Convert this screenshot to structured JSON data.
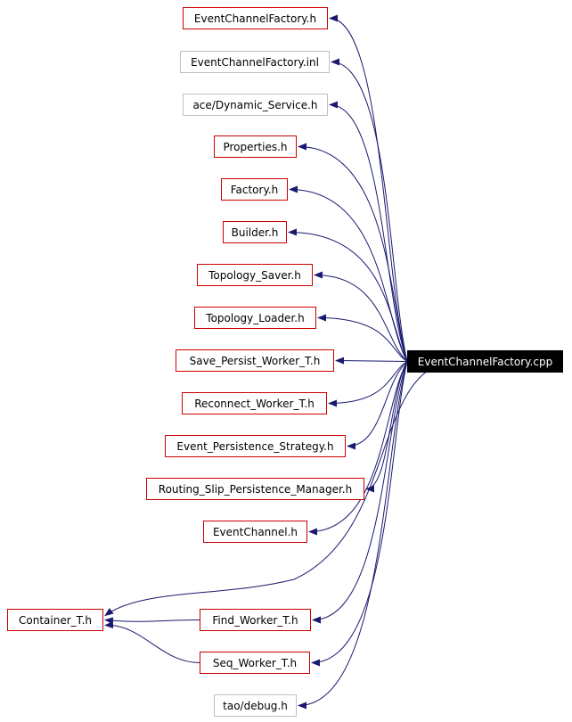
{
  "root": "EventChannelFactory.cpp",
  "edge_color": "#191970",
  "nodes": [
    {
      "id": "n1",
      "label": "EventChannelFactory.h",
      "kind": "linked"
    },
    {
      "id": "n2",
      "label": "EventChannelFactory.inl",
      "kind": "external"
    },
    {
      "id": "n3",
      "label": "ace/Dynamic_Service.h",
      "kind": "external"
    },
    {
      "id": "n4",
      "label": "Properties.h",
      "kind": "linked"
    },
    {
      "id": "n5",
      "label": "Factory.h",
      "kind": "linked"
    },
    {
      "id": "n6",
      "label": "Builder.h",
      "kind": "linked"
    },
    {
      "id": "n7",
      "label": "Topology_Saver.h",
      "kind": "linked"
    },
    {
      "id": "n8",
      "label": "Topology_Loader.h",
      "kind": "linked"
    },
    {
      "id": "n9",
      "label": "Save_Persist_Worker_T.h",
      "kind": "linked"
    },
    {
      "id": "n10",
      "label": "Reconnect_Worker_T.h",
      "kind": "linked"
    },
    {
      "id": "n11",
      "label": "Event_Persistence_Strategy.h",
      "kind": "linked"
    },
    {
      "id": "n12",
      "label": "Routing_Slip_Persistence_Manager.h",
      "kind": "linked"
    },
    {
      "id": "n13",
      "label": "EventChannel.h",
      "kind": "linked"
    },
    {
      "id": "n14",
      "label": "Container_T.h",
      "kind": "linked"
    },
    {
      "id": "n15",
      "label": "Find_Worker_T.h",
      "kind": "linked"
    },
    {
      "id": "n16",
      "label": "Seq_Worker_T.h",
      "kind": "linked"
    },
    {
      "id": "n17",
      "label": "tao/debug.h",
      "kind": "external"
    }
  ],
  "edges": [
    [
      "root",
      "n1"
    ],
    [
      "root",
      "n2"
    ],
    [
      "root",
      "n3"
    ],
    [
      "root",
      "n4"
    ],
    [
      "root",
      "n5"
    ],
    [
      "root",
      "n6"
    ],
    [
      "root",
      "n7"
    ],
    [
      "root",
      "n8"
    ],
    [
      "root",
      "n9"
    ],
    [
      "root",
      "n10"
    ],
    [
      "root",
      "n11"
    ],
    [
      "root",
      "n12"
    ],
    [
      "root",
      "n13"
    ],
    [
      "root",
      "n14"
    ],
    [
      "root",
      "n15"
    ],
    [
      "root",
      "n16"
    ],
    [
      "root",
      "n17"
    ],
    [
      "n15",
      "n14"
    ],
    [
      "n16",
      "n14"
    ]
  ]
}
